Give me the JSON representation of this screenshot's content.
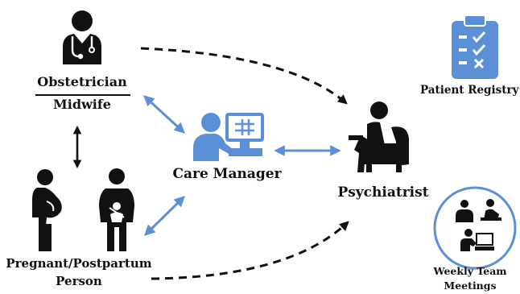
{
  "nodes": {
    "obstetrician": "Obstetrician",
    "midwife": "Midwife",
    "care_manager": "Care Manager",
    "psychiatrist": "Psychiatrist",
    "patient_registry": "Patient Registry",
    "pregnant_line1": "Pregnant/Postpartum",
    "pregnant_line2": "Person",
    "meetings_line1": "Weekly Team",
    "meetings_line2": "Meetings"
  },
  "icons": {
    "doctor": "doctor-icon",
    "pregnant": "pregnant-person-icon",
    "postpartum": "parent-with-baby-icon",
    "care_manager": "care-manager-at-computer-icon",
    "psychiatrist": "psychiatrist-in-chair-icon",
    "registry": "clipboard-checklist-icon"
  },
  "colors": {
    "accent_blue": "#5b8fd6",
    "dark": "#111111"
  }
}
